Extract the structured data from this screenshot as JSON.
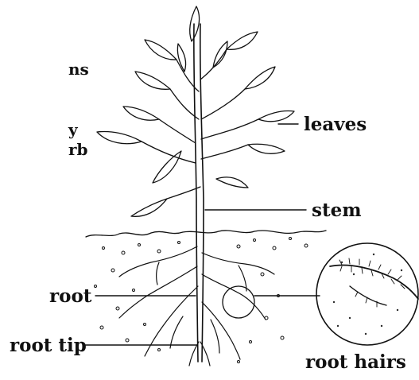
{
  "labels": {
    "leaves": "leaves",
    "stem": "stem",
    "root": "root",
    "root_tip": "root tip",
    "root_hairs": "root hairs"
  },
  "edge_text": [
    "ns",
    "y",
    "rb"
  ],
  "colors": {
    "ink": "#111111",
    "background": "#ffffff"
  }
}
